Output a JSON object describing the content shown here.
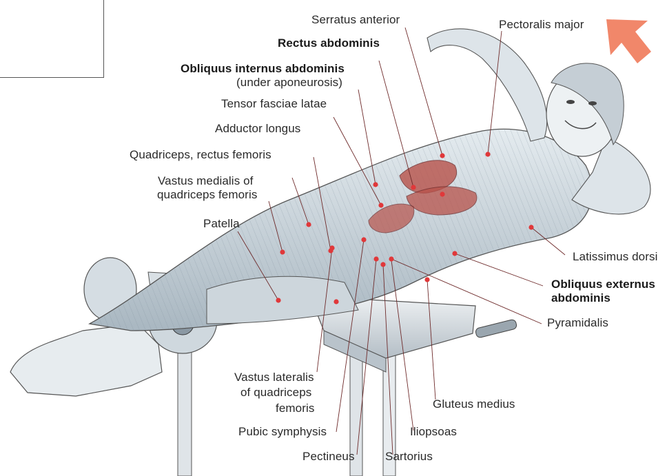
{
  "labels": {
    "serratus_anterior": "Serratus anterior",
    "rectus_abdominis": "Rectus abdominis",
    "obliquus_internus": "Obliquus internus abdominis",
    "under_aponeurosis": "(under aponeurosis)",
    "tensor_fasciae_latae": "Tensor fasciae latae",
    "adductor_longus": "Adductor longus",
    "quadriceps_rectus_femoris": "Quadriceps, rectus femoris",
    "vastus_medialis_1": "Vastus medialis of",
    "vastus_medialis_2": "quadriceps femoris",
    "patella": "Patella",
    "pectoralis_major": "Pectoralis major",
    "latissimus_dorsi": "Latissimus dorsi",
    "obliquus_externus_1": "Obliquus externus",
    "obliquus_externus_2": "abdominis",
    "pyramidalis": "Pyramidalis",
    "vastus_lateralis_1": "Vastus lateralis",
    "vastus_lateralis_2": "of quadriceps",
    "vastus_lateralis_3": "femoris",
    "pubic_symphysis": "Pubic symphysis",
    "pectineus": "Pectineus",
    "sartorius": "Sartorius",
    "iliopsoas": "Iliopsoas",
    "gluteus_medius": "Gluteus medius"
  },
  "colors": {
    "marker": "#e0383a",
    "arrow": "#f07a5a",
    "muscle_highlight": "#b8524a",
    "body_shade": "#c9d3da",
    "leader": "#6e2a2a"
  },
  "icons": {
    "direction_arrow": "arrow-up-left-icon"
  }
}
